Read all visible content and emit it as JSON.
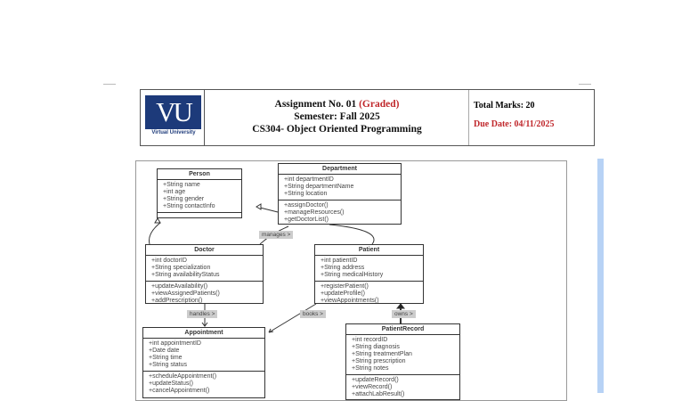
{
  "header": {
    "logo_text": "VU",
    "logo_caption": "Virtual University",
    "assignment": "Assignment No. 01",
    "graded": "(Graded)",
    "semester": "Semester: Fall 2025",
    "course": "CS304- Object Oriented Programming",
    "total_marks": "Total Marks: 20",
    "due_date": "Due Date:  04/11/2025"
  },
  "diagram": {
    "person": {
      "name": "Person",
      "attrs": [
        "+String name",
        "+int age",
        "+String gender",
        "+String contactInfo"
      ],
      "methods": []
    },
    "department": {
      "name": "Department",
      "attrs": [
        "+int departmentID",
        "+String departmentName",
        "+String location"
      ],
      "methods": [
        "+assignDoctor()",
        "+manageResources()",
        "+getDoctorList()"
      ]
    },
    "doctor": {
      "name": "Doctor",
      "attrs": [
        "+int doctorID",
        "+String specialization",
        "+String availabilityStatus"
      ],
      "methods": [
        "+updateAvailability()",
        "+viewAssignedPatients()",
        "+addPrescription()"
      ]
    },
    "patient": {
      "name": "Patient",
      "attrs": [
        "+int patientID",
        "+String address",
        "+String medicalHistory"
      ],
      "methods": [
        "+registerPatient()",
        "+updateProfile()",
        "+viewAppointments()"
      ]
    },
    "appointment": {
      "name": "Appointment",
      "attrs": [
        "+int appointmentID",
        "+Date date",
        "+String time",
        "+String status"
      ],
      "methods": [
        "+scheduleAppointment()",
        "+updateStatus()",
        "+cancelAppointment()"
      ]
    },
    "record": {
      "name": "PatientRecord",
      "attrs": [
        "+int recordID",
        "+String diagnosis",
        "+String treatmentPlan",
        "+String prescription",
        "+String notes"
      ],
      "methods": [
        "+updateRecord()",
        "+viewRecord()",
        "+attachLabResult()"
      ]
    },
    "labels": {
      "manages": "manages >",
      "handles": "handles >",
      "books": "books >",
      "owns": "owns >"
    }
  }
}
